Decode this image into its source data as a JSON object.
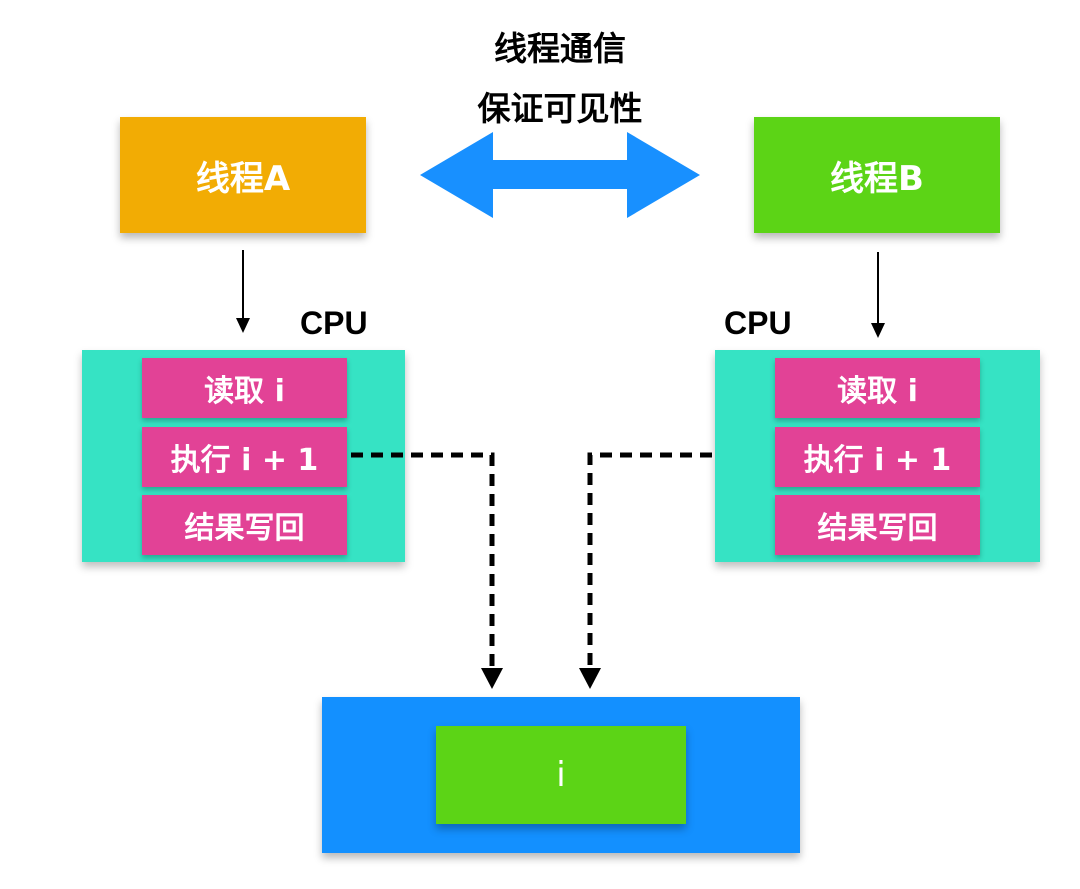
{
  "title": {
    "line1": "线程通信",
    "line2": "保证可见性"
  },
  "threads": [
    {
      "label": "线程A",
      "color": "#F2AC04"
    },
    {
      "label": "线程B",
      "color": "#5CD416"
    }
  ],
  "communication_arrow": {
    "icon": "double-headed-arrow",
    "color": "#1890FF"
  },
  "cpus": [
    {
      "label": "CPU",
      "color": "#36E3C4",
      "steps": [
        "读取 i",
        "执行 i + 1",
        "结果写回"
      ]
    },
    {
      "label": "CPU",
      "color": "#36E3C4",
      "steps": [
        "读取 i",
        "执行 i + 1",
        "结果写回"
      ]
    }
  ],
  "step_color": "#E24296",
  "memory": {
    "color": "#1390FF",
    "variable": {
      "label": "i",
      "color": "#5CD416"
    }
  }
}
